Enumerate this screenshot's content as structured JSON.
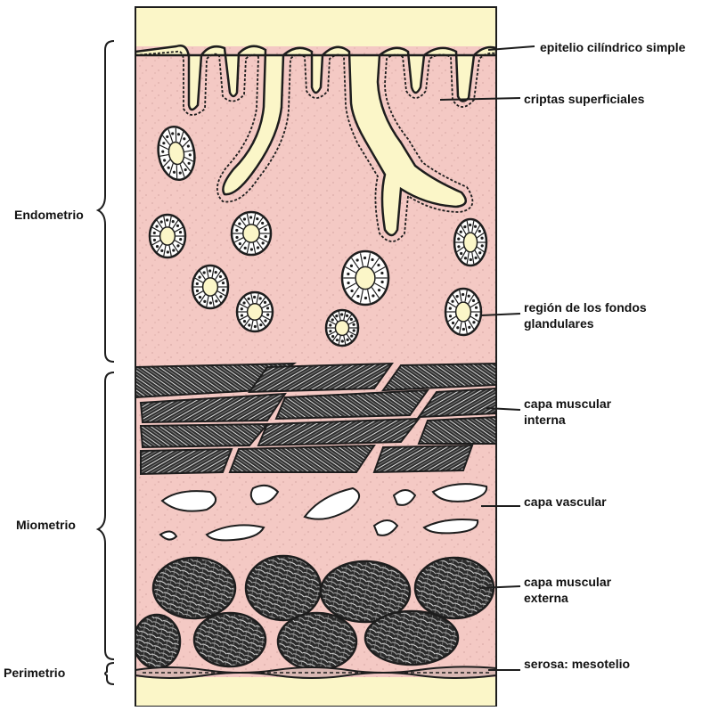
{
  "layers": {
    "endometrio": "Endometrio",
    "miometrio": "Miometrio",
    "perimetrio": "Perimetrio"
  },
  "labels": {
    "epitelio": "epitelio cilíndrico simple",
    "criptas": "criptas superficiales",
    "fondos_line1": "región de los fondos",
    "fondos_line2": "glandulares",
    "muscular_interna_line1": "capa muscular",
    "muscular_interna_line2": "interna",
    "vascular": "capa vascular",
    "muscular_externa_line1": "capa muscular",
    "muscular_externa_line2": "externa",
    "serosa": "serosa: mesotelio"
  },
  "colors": {
    "endometrium_pink": "#f4c9c4",
    "lumen_cream": "#fbf6c8",
    "outline": "#1d1d1d",
    "muscle_dark": "#3a3a3a",
    "vessel_white": "#ffffff"
  }
}
